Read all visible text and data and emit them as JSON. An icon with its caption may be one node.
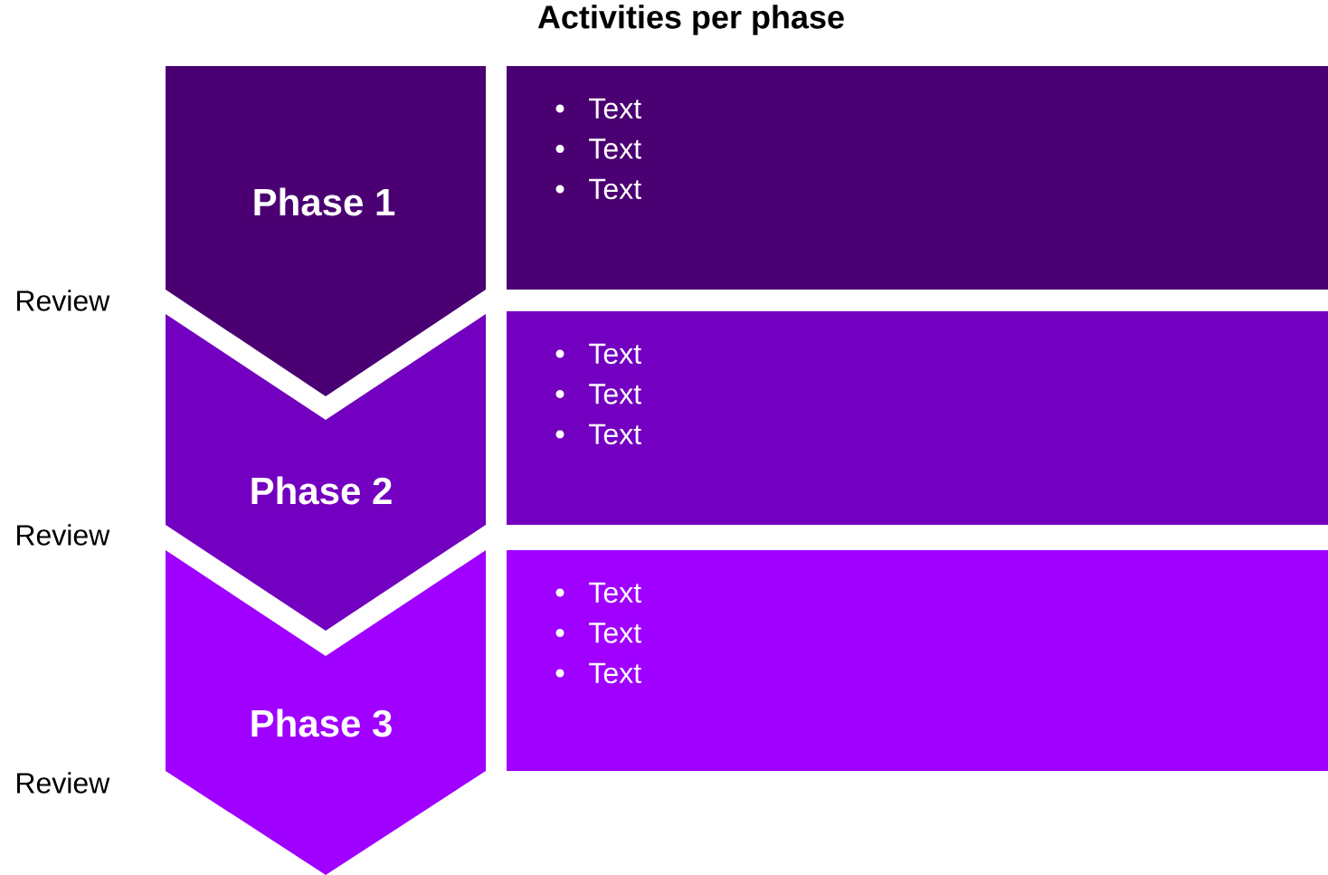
{
  "diagram": {
    "title": "Activities per phase",
    "nodes": [
      {
        "text": [
          "Phase 1"
        ]
      },
      {
        "text": [
          "Phase 2"
        ]
      },
      {
        "text": [
          "Phase 3"
        ]
      },
      {
        "text": [
          "Text",
          "Text",
          "Text"
        ]
      },
      {
        "text": [
          "Text",
          "Text",
          "Text"
        ]
      },
      {
        "text": [
          "Text",
          "Text",
          "Text"
        ]
      }
    ],
    "labels": [
      "Review",
      "Review",
      "Review"
    ]
  }
}
